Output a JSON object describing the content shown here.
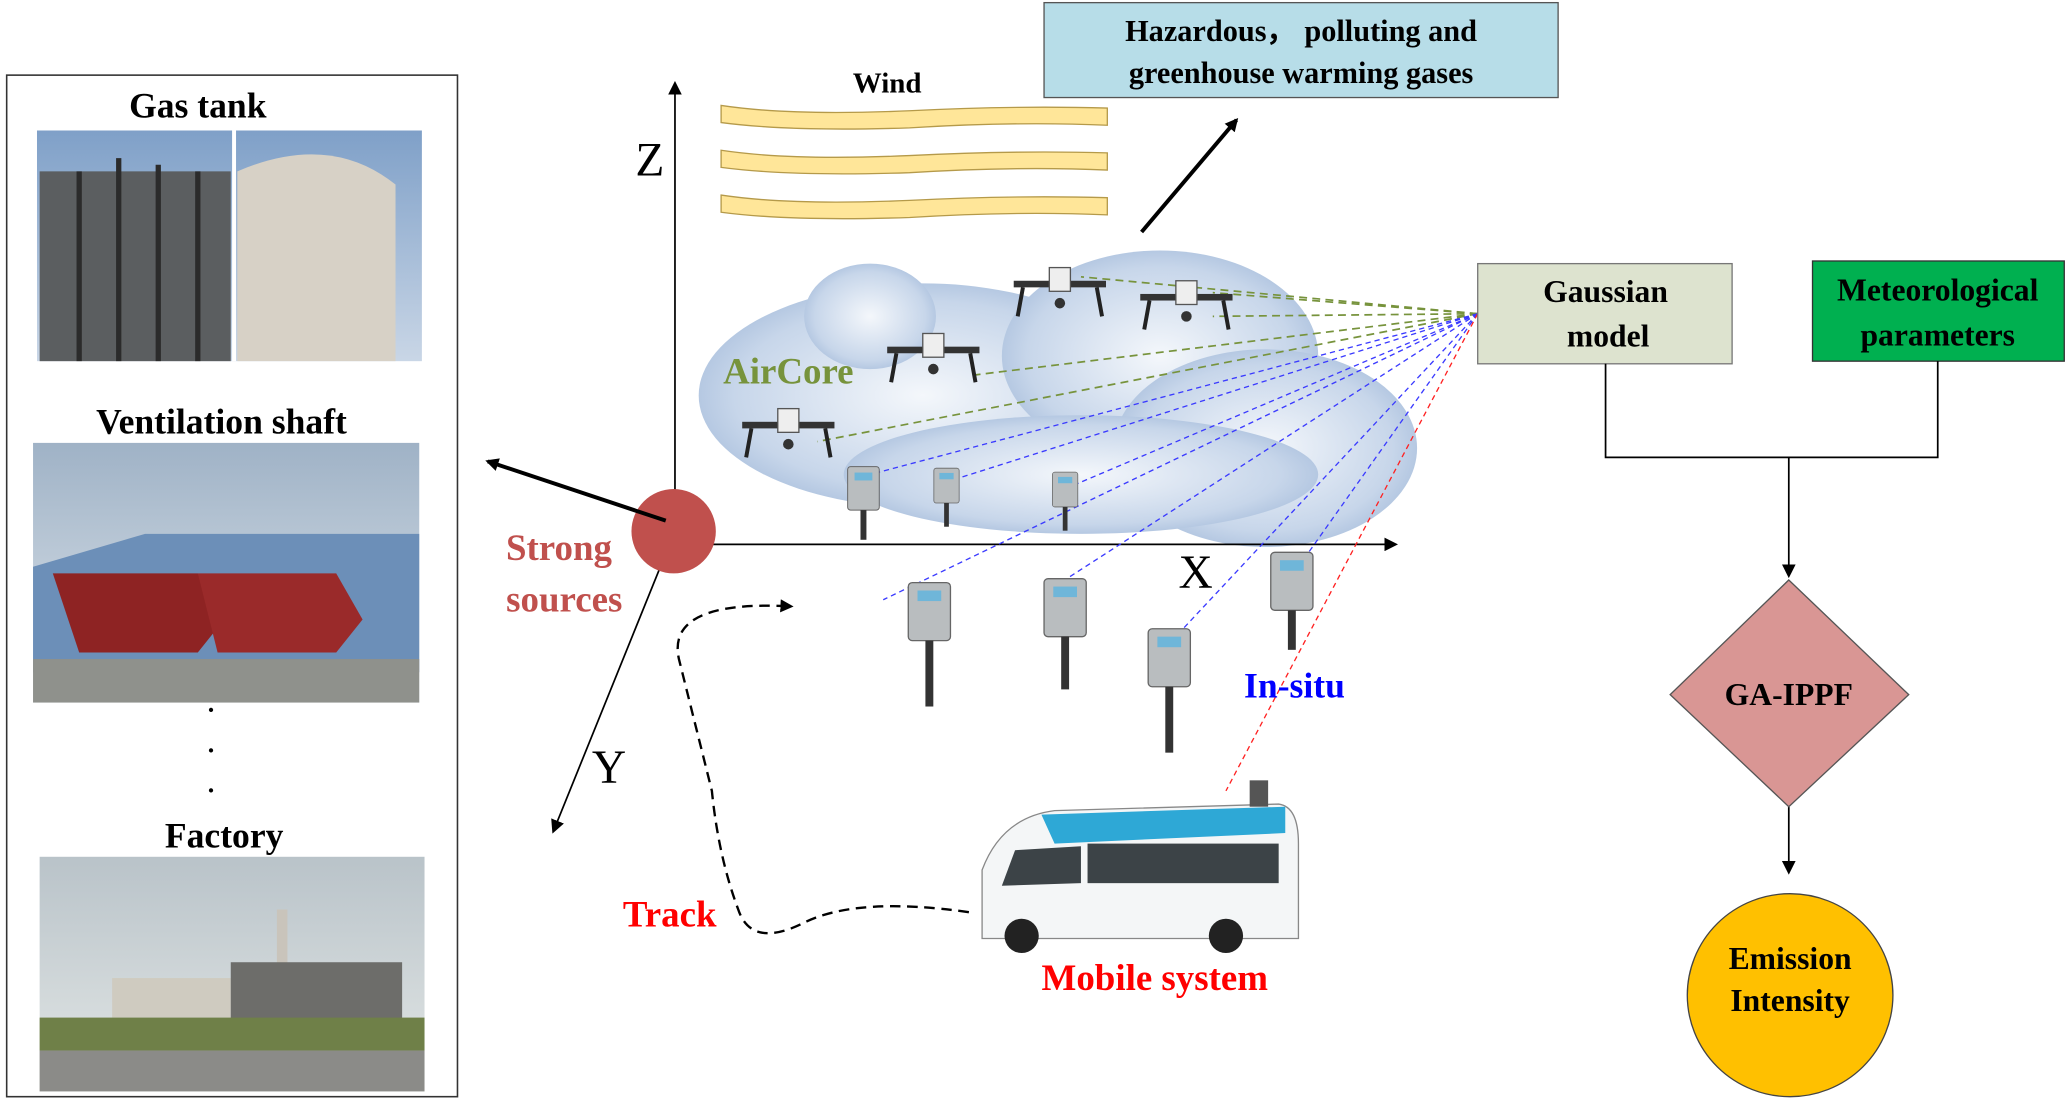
{
  "sources_panel": {
    "items": [
      {
        "label": "Gas tank"
      },
      {
        "label": "Ventilation shaft"
      },
      {
        "label": "Factory"
      }
    ],
    "ellipsis": "·"
  },
  "axes": {
    "x": "X",
    "y": "Y",
    "z": "Z"
  },
  "strong_sources": {
    "line1": "Strong",
    "line2": "sources",
    "color": "#c0504d"
  },
  "wind": {
    "label": "Wind",
    "color": "#ffe699"
  },
  "gases_box": {
    "line1": "Hazardous， polluting and",
    "line2": "greenhouse warming gases",
    "color": "#b7dde8"
  },
  "aircore": {
    "label": "AirCore",
    "color": "#77933c"
  },
  "insitu": {
    "label": "In-situ",
    "color": "#0000ff"
  },
  "mobile": {
    "label": "Mobile system",
    "color": "#ff0000"
  },
  "track": {
    "label": "Track",
    "color": "#ff0000"
  },
  "flow": {
    "gaussian": {
      "line1": "Gaussian",
      "line2": "model",
      "color": "#dde3cf"
    },
    "meteo": {
      "line1": "Meteorological",
      "line2": "parameters",
      "color": "#00b050"
    },
    "algorithm": {
      "label": "GA-IPPF",
      "color": "#d99694"
    },
    "output": {
      "line1": "Emission",
      "line2": "Intensity",
      "color": "#ffc000"
    }
  }
}
